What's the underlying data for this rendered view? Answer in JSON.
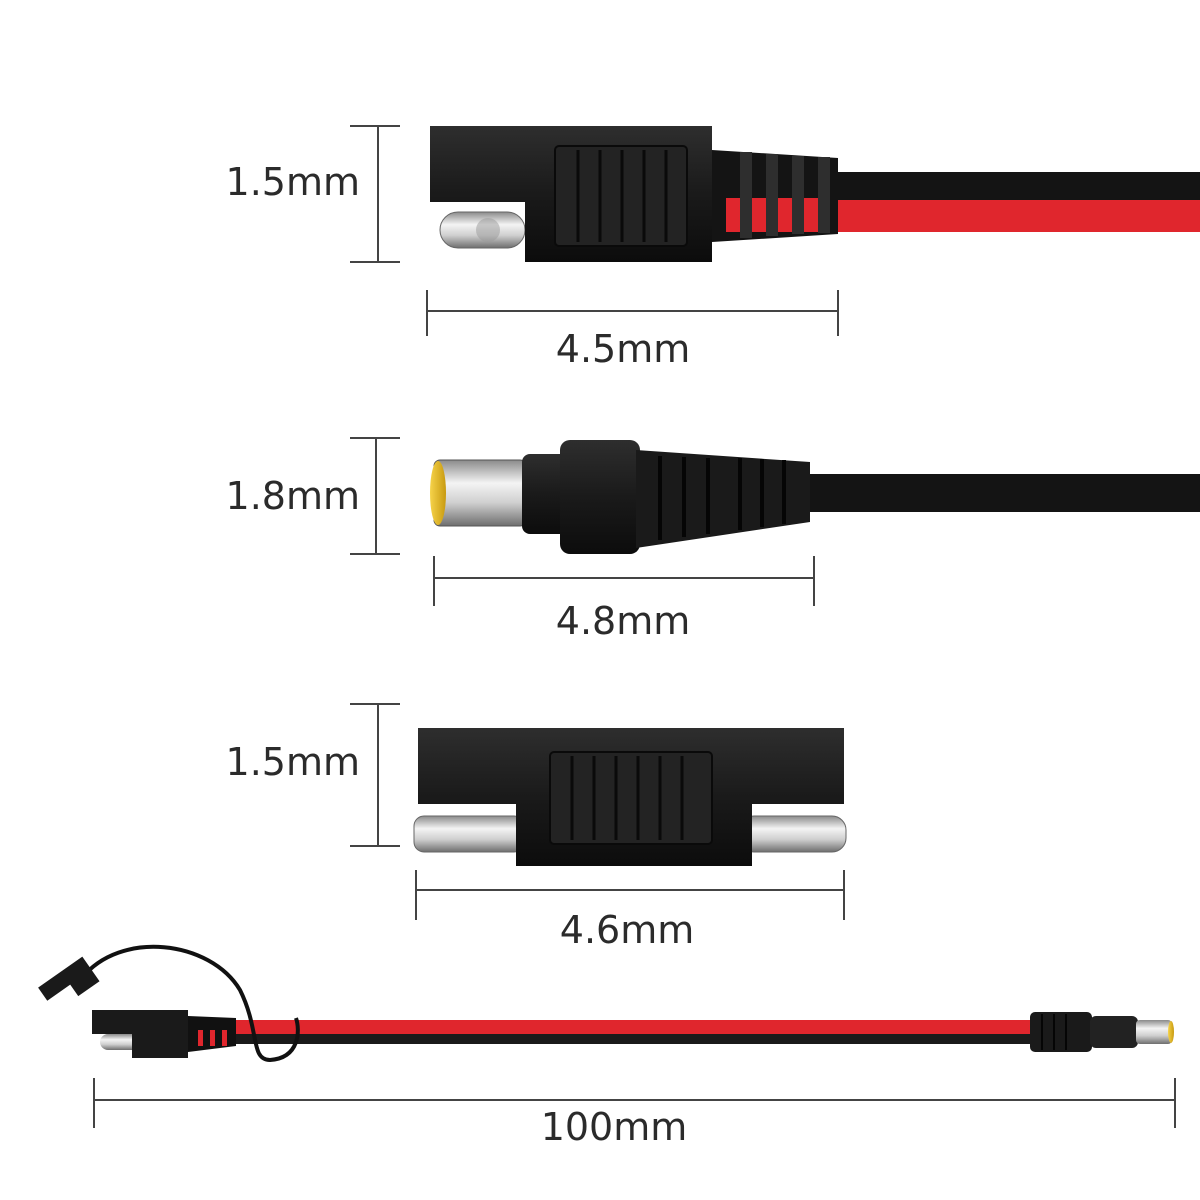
{
  "dimensions": {
    "sae_plug": {
      "height": "1.5mm",
      "width": "4.5mm"
    },
    "dc_plug": {
      "height": "1.8mm",
      "width": "4.8mm"
    },
    "sae_adapter": {
      "height": "1.5mm",
      "width": "4.6mm"
    },
    "cable": {
      "length": "100mm"
    }
  },
  "colors": {
    "connector_body": "#1c1c1c",
    "wire_red": "#e0262d",
    "wire_black": "#141414",
    "metal": "#c8c8c8",
    "tip_yellow": "#f0c419",
    "dimension_line": "#444444"
  }
}
